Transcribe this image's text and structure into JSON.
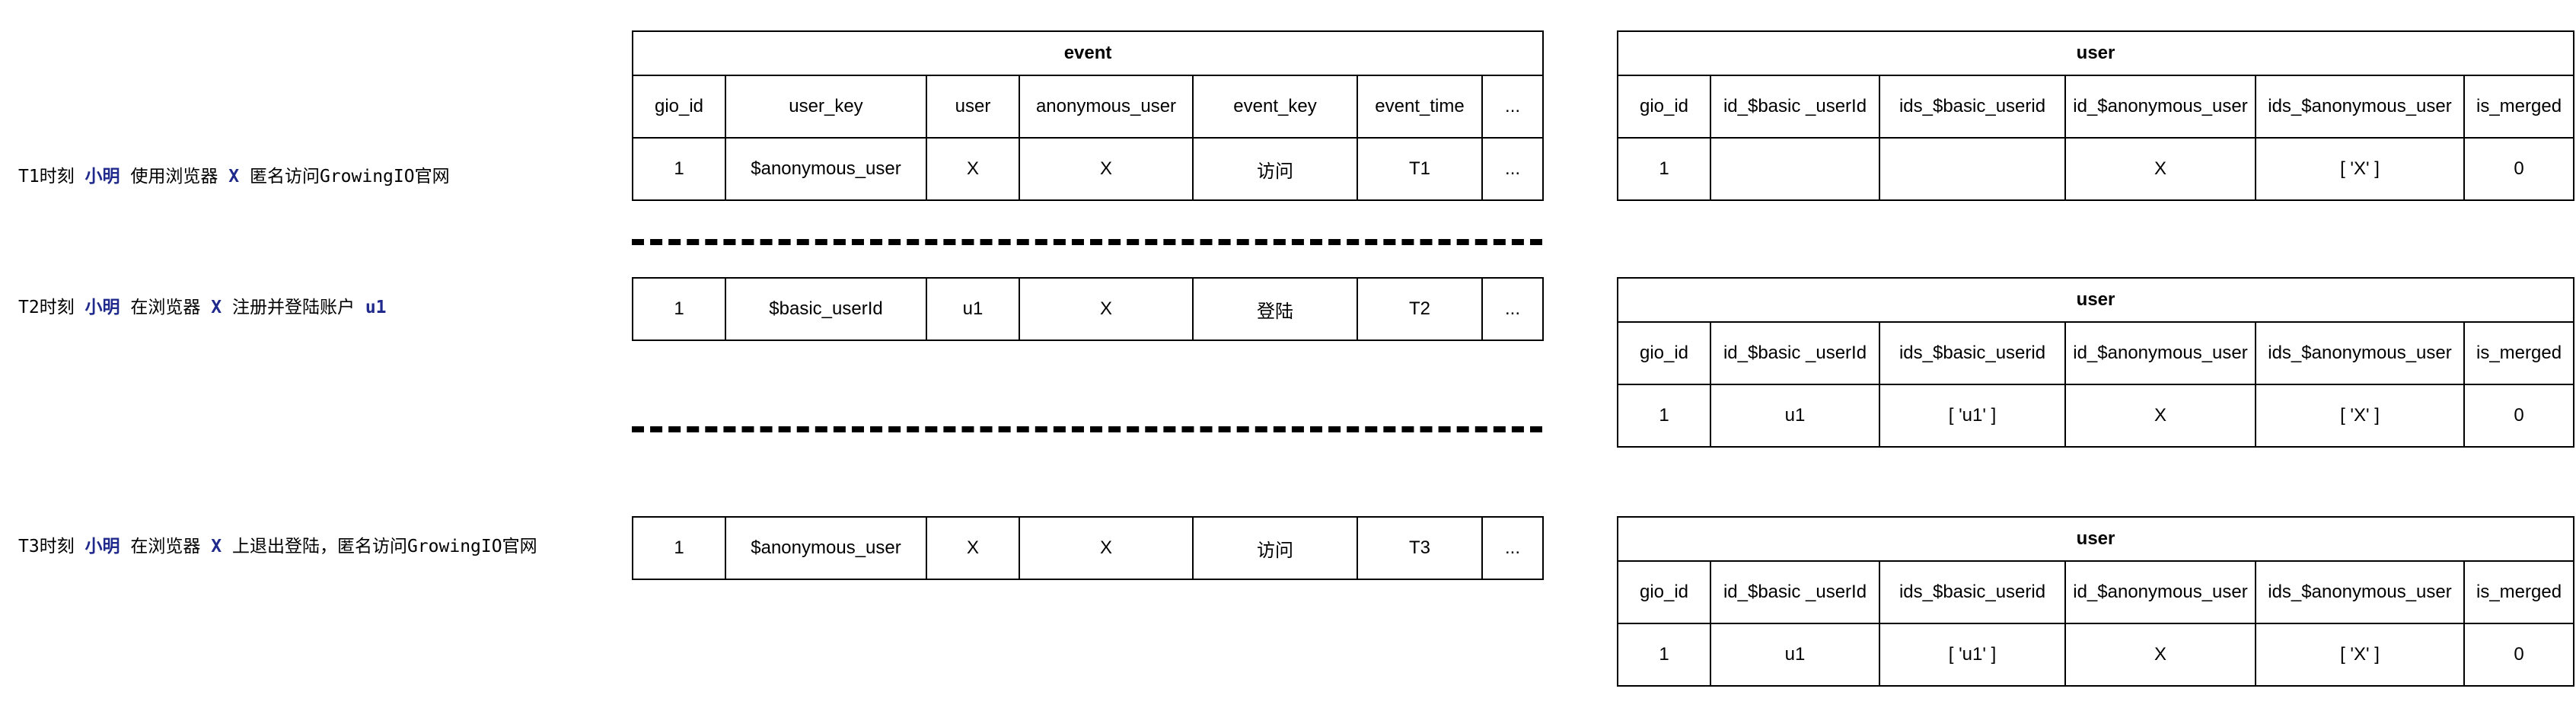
{
  "captions": [
    {
      "prefix": "T1时刻 ",
      "person": "小明",
      "mid": " 使用浏览器 ",
      "browser": "X",
      "suffix": " 匿名访问GrowingIO官网",
      "account": ""
    },
    {
      "prefix": "T2时刻 ",
      "person": "小明",
      "mid": " 在浏览器 ",
      "browser": "X",
      "suffix": " 注册并登陆账户 ",
      "account": "u1"
    },
    {
      "prefix": "T3时刻 ",
      "person": "小明",
      "mid": " 在浏览器 ",
      "browser": "X",
      "suffix": " 上退出登陆，匿名访问GrowingIO官网",
      "account": ""
    }
  ],
  "event_table": {
    "title": "event",
    "headers": [
      "gio_id",
      "user_key",
      "user",
      "anonymous_user",
      "event_key",
      "event_time",
      "..."
    ],
    "rows": [
      [
        "1",
        "$anonymous_user",
        "X",
        "X",
        "访问",
        "T1",
        "..."
      ],
      [
        "1",
        "$basic_userId",
        "u1",
        "X",
        "登陆",
        "T2",
        "..."
      ],
      [
        "1",
        "$anonymous_user",
        "X",
        "X",
        "访问",
        "T3",
        "..."
      ]
    ]
  },
  "user_tables": [
    {
      "title": "user",
      "headers": [
        "gio_id",
        "id_$basic _userId",
        "ids_$basic_userid",
        "id_$anonymous_user",
        "ids_$anonymous_user",
        "is_merged"
      ],
      "row": [
        "1",
        "",
        "",
        "X",
        "[ 'X' ]",
        "0"
      ]
    },
    {
      "title": "user",
      "headers": [
        "gio_id",
        "id_$basic _userId",
        "ids_$basic_userid",
        "id_$anonymous_user",
        "ids_$anonymous_user",
        "is_merged"
      ],
      "row": [
        "1",
        "u1",
        "[ 'u1' ]",
        "X",
        "[ 'X' ]",
        "0"
      ]
    },
    {
      "title": "user",
      "headers": [
        "gio_id",
        "id_$basic _userId",
        "ids_$basic_userid",
        "id_$anonymous_user",
        "ids_$anonymous_user",
        "is_merged"
      ],
      "row": [
        "1",
        "u1",
        "[ 'u1' ]",
        "X",
        "[ 'X' ]",
        "0"
      ]
    }
  ]
}
